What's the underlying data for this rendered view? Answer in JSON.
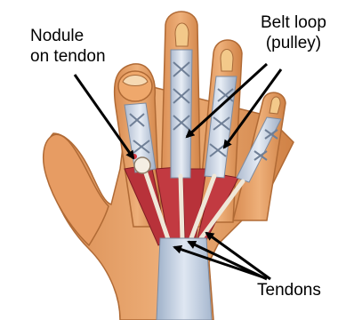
{
  "labels": {
    "nodule": {
      "line1": "Nodule",
      "line2": "on tendon"
    },
    "belt_loop": {
      "line1": "Belt loop",
      "line2": "(pulley)"
    },
    "tendons": "Tendons"
  },
  "colors": {
    "skin": "#e8a56d",
    "skin_shadow": "#c97d45",
    "muscle": "#b8323a",
    "tendon": "#f1ece2",
    "sheath": "#c7d2e0",
    "pulley": "#9aa9bd",
    "nail": "#f3c98a",
    "arrow": "#000000"
  }
}
